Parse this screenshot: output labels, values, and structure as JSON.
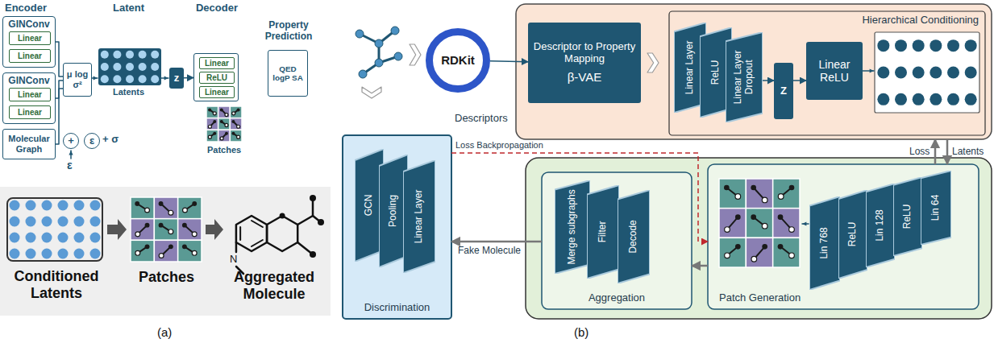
{
  "diagram": {
    "nodes": [
      {
        "text": [
          "GINConv"
        ]
      },
      {
        "text": [
          "Linear"
        ],
        "in": 0
      },
      {
        "text": [
          "Linear"
        ],
        "in": 0
      },
      {
        "text": [
          "GINConv"
        ]
      },
      {
        "text": [
          "Linear"
        ],
        "in": 3
      },
      {
        "text": [
          "Linear"
        ],
        "in": 3
      },
      {
        "text": [
          "Molecular Graph"
        ]
      },
      {
        "text": [
          "μ log σ²"
        ]
      },
      {
        "text": [
          "z"
        ]
      },
      {
        "text": [
          "Decoder"
        ]
      },
      {
        "text": [
          "Linear"
        ],
        "in": 9
      },
      {
        "text": [
          "ReLU"
        ],
        "in": 9
      },
      {
        "text": [
          "Linear"
        ],
        "in": 9
      },
      {
        "text": [
          "Property Prediction",
          "QED logP SA"
        ]
      },
      {
        "text": [
          "+"
        ]
      },
      {
        "text": [
          "ε"
        ]
      },
      {
        "text": [
          "Conditioned Latents"
        ]
      },
      {
        "text": [
          "RDKit"
        ]
      },
      {
        "text": [
          "Hierarchical Conditioning"
        ]
      },
      {
        "text": [
          "Descriptor to Property Mapping",
          "β-VAE"
        ],
        "in": 18
      },
      {
        "text": [
          "Linear Layer"
        ],
        "in": 18
      },
      {
        "text": [
          "ReLU"
        ],
        "in": 18
      },
      {
        "text": [
          "Linear Layer Dropout"
        ],
        "in": 18
      },
      {
        "text": [
          "Z"
        ],
        "in": 18
      },
      {
        "text": [
          "Linear ReLU"
        ],
        "in": 18
      },
      {
        "text": [
          "Discrimination"
        ]
      },
      {
        "text": [
          "GCN"
        ],
        "in": 25
      },
      {
        "text": [
          "Pooling"
        ],
        "in": 25
      },
      {
        "text": [
          "Linear Layer"
        ],
        "in": 25
      },
      {
        "text": [
          "Aggregation"
        ]
      },
      {
        "text": [
          "Merge subgraphs"
        ],
        "in": 29
      },
      {
        "text": [
          "Filter"
        ],
        "in": 29
      },
      {
        "text": [
          "Decode"
        ],
        "in": 29
      },
      {
        "text": [
          "Patch Generation"
        ]
      },
      {
        "text": [
          "Lin 768"
        ],
        "in": 33
      },
      {
        "text": [
          "ReLU"
        ],
        "in": 33
      },
      {
        "text": [
          "Lin 128"
        ],
        "in": 33
      },
      {
        "text": [
          "ReLU"
        ],
        "in": 33
      },
      {
        "text": [
          "Lin 64"
        ],
        "in": 33
      }
    ],
    "edges": [
      {
        "from": 0,
        "to": 7,
        "arrow": "none"
      },
      {
        "from": 3,
        "to": 7,
        "arrow": "none"
      },
      {
        "from": 6,
        "to": 7,
        "arrow": "none"
      },
      {
        "from": 8,
        "to": 9,
        "arrow": "to"
      },
      {
        "from": 17,
        "to": 19,
        "arrow": "to"
      },
      {
        "from": 22,
        "to": 23,
        "arrow": "to"
      },
      {
        "from": 23,
        "to": 24,
        "arrow": "to"
      },
      {
        "from": 25,
        "to": 33,
        "label": "Loss Backpropagation",
        "arrow": "to"
      },
      {
        "from": 29,
        "to": 25,
        "label": "Fake Molecule",
        "arrow": "to"
      },
      {
        "from": 33,
        "to": 29,
        "arrow": "to"
      },
      {
        "from": 18,
        "to": 33,
        "label": "Latents",
        "arrow": "to"
      },
      {
        "from": 33,
        "to": 18,
        "label": "Loss",
        "arrow": "to"
      }
    ],
    "labels": [
      "Encoder",
      "Latent",
      "Latents",
      "Patches",
      "ε",
      "+ σ",
      "Patches",
      "N",
      "Aggregated Molecule",
      "(a)",
      "Descriptors",
      "(b)"
    ]
  }
}
